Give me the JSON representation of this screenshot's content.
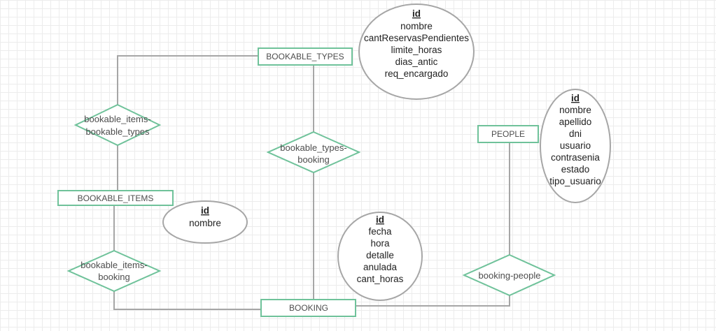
{
  "colors": {
    "entity_border": "#6fc29a",
    "relation_border": "#6fc29a",
    "connector": "#a6a6a6",
    "attribute_border": "#a6a6a6",
    "label_text": "#4d4d4d",
    "attribute_text": "#222222"
  },
  "entities": {
    "bookable_types": "BOOKABLE_TYPES",
    "bookable_items": "BOOKABLE_ITEMS",
    "booking": "BOOKING",
    "people": "PEOPLE"
  },
  "relationships": {
    "items_types": [
      "bookable_items-",
      "bookable_types"
    ],
    "types_booking": [
      "bookable_types-",
      "booking"
    ],
    "items_booking": [
      "bookable_items-",
      "booking"
    ],
    "booking_people": [
      "booking-people"
    ]
  },
  "attributes": {
    "bookable_types": {
      "key": "id",
      "fields": [
        "nombre",
        "cantReservasPendientes",
        "limite_horas",
        "dias_antic",
        "req_encargado"
      ]
    },
    "people": {
      "key": "id",
      "fields": [
        "nombre",
        "apellido",
        "dni",
        "usuario",
        "contrasenia",
        "estado",
        "tipo_usuario"
      ]
    },
    "bookable_items": {
      "key": "id",
      "fields": [
        "nombre"
      ]
    },
    "booking": {
      "key": "id",
      "fields": [
        "fecha",
        "hora",
        "detalle",
        "anulada",
        "cant_horas"
      ]
    }
  }
}
